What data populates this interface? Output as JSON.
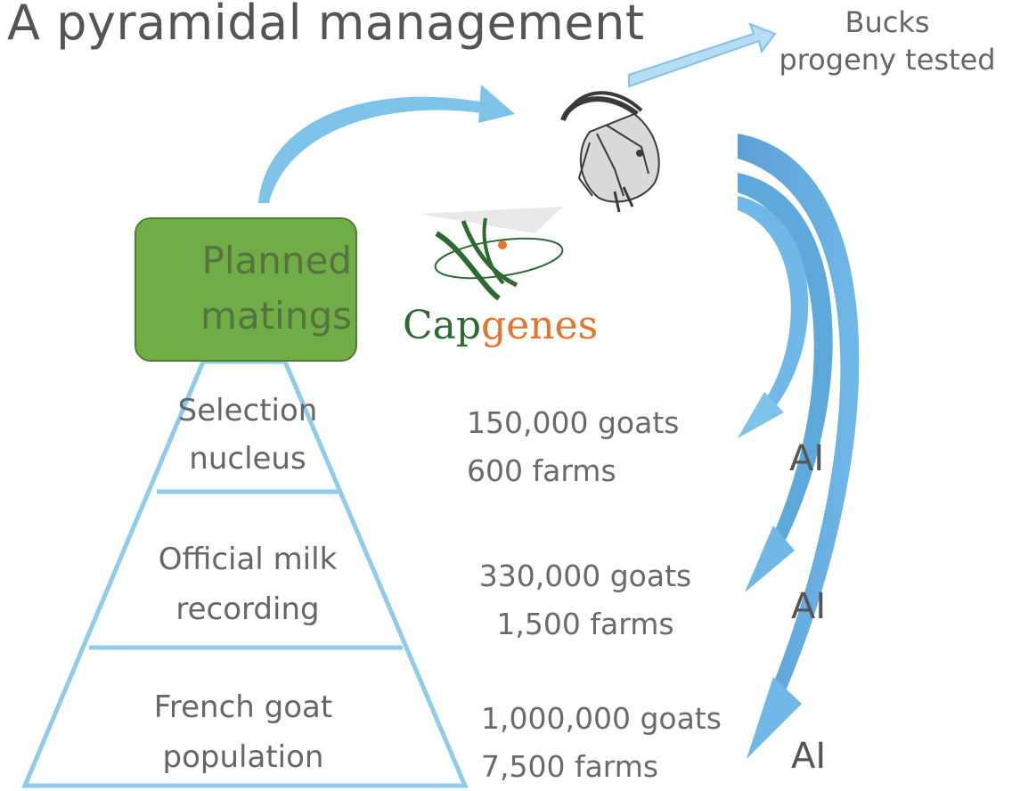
{
  "title": "A pyramidal management",
  "bucks_label": {
    "line1": "Bucks",
    "line2": "progeny tested"
  },
  "planned_box": {
    "line1": "Planned",
    "line2": "matings"
  },
  "logo": {
    "text_dark": "Cap",
    "text_accent": "genes"
  },
  "pyramid": [
    {
      "line1": "Selection",
      "line2": "nucleus"
    },
    {
      "line1": "Official milk",
      "line2": "recording"
    },
    {
      "line1": "French goat",
      "line2": "population"
    }
  ],
  "stats": [
    {
      "goats": "150,000 goats",
      "farms": "600 farms"
    },
    {
      "goats": "330,000 goats",
      "farms": "1,500 farms"
    },
    {
      "goats": "1,000,000 goats",
      "farms": "7,500 farms"
    }
  ],
  "ai_labels": [
    "AI",
    "AI",
    "AI"
  ],
  "colors": {
    "arrow_light": "#7ec3ea",
    "arrow_dark": "#5ba8dc",
    "pyramid_stroke": "#8fcbeb",
    "box_fill": "#70ad47",
    "logo_green": "#2d6a32",
    "logo_orange": "#e8732a"
  },
  "icons": [
    "goat-head-icon",
    "capgenes-logo"
  ]
}
